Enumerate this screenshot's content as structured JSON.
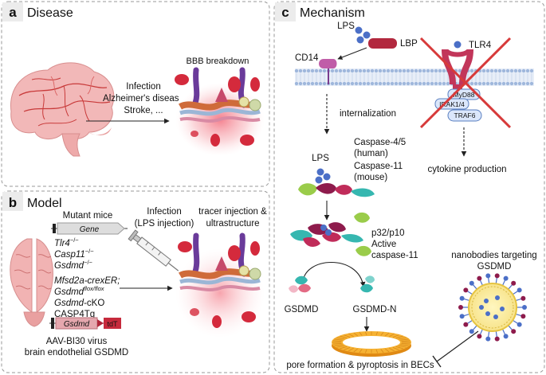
{
  "panel_a": {
    "letter": "a",
    "title": "Disease",
    "causes": [
      "Infection",
      "Alzheimer's disease",
      "Stroke, ..."
    ],
    "outcome": "BBB breakdown"
  },
  "panel_b": {
    "letter": "b",
    "title": "Model",
    "mutant_header": "Mutant mice",
    "gene_label": "Gene",
    "mutants": [
      "Tlr4",
      "Casp11",
      "Gsdmd"
    ],
    "mutant_superscript": "−/−",
    "cko_line1": "Mfsd2a-crexER;",
    "cko_line2_base": "Gsdmd",
    "cko_line2_sup": "flox/flox",
    "cko_line3_italic": "Gsdmd",
    "cko_line3_rest": "-cKO",
    "casp4": "CASP4Tg",
    "construct_gene": "Gsdmd",
    "construct_reporter": "tdT",
    "virus_line1": "AAV-BI30 virus",
    "virus_line2": "brain endothelial GSDMD",
    "infection_line1": "Infection",
    "infection_line2": "(LPS injection)",
    "tracer_line1": "tracer injection &",
    "tracer_line2": "ultrastructure"
  },
  "panel_c": {
    "letter": "c",
    "title": "Mechanism",
    "lps": "LPS",
    "lbp": "LBP",
    "cd14": "CD14",
    "tlr4": "TLR4",
    "myd88": "MyD88",
    "irak": "IRAK1/4",
    "traf6": "TRAF6",
    "internalization": "internalization",
    "cytokine": "cytokine production",
    "lps_inner": "LPS",
    "caspase_human_1": "Caspase-4/5",
    "caspase_human_2": "(human)",
    "caspase_mouse_1": "Caspase-11",
    "caspase_mouse_2": "(mouse)",
    "p32": "p32/p10",
    "active": "Active",
    "casp11": "caspase-11",
    "gsdmd": "GSDMD",
    "gsdmd_n": "GSDMD-N",
    "nano_1": "nanobodies targeting",
    "nano_2": "GSDMD",
    "pore": "pore formation & pyroptosis in BECs"
  },
  "colors": {
    "vessel_red": "#d42a3c",
    "caspase_purple": "#8e1b4c",
    "caspase_teal": "#36b7b0",
    "caspase_green": "#9acc4a",
    "lps_blue": "#4b6fc7",
    "inhibit_red": "#d73a3a",
    "pore_orange": "#f0a020"
  }
}
